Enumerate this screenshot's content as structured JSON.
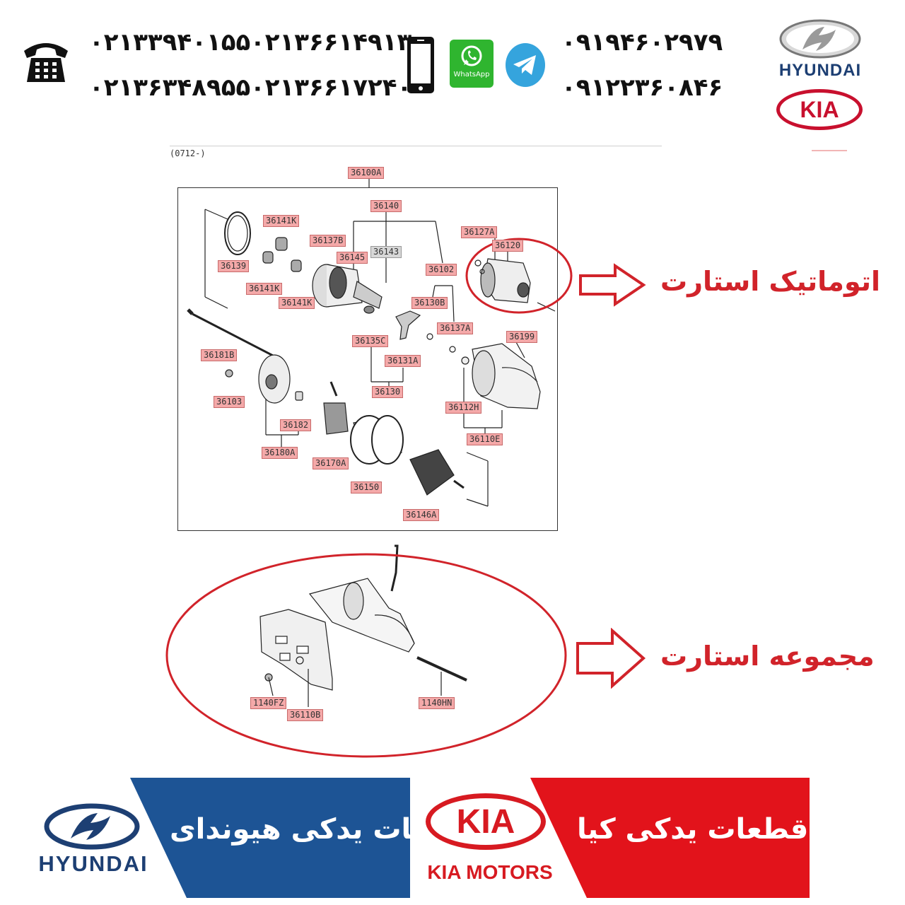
{
  "header": {
    "landline_numbers": [
      "۰۲۱۳۳۹۴۰۱۵۵",
      "۰۲۱۳۶۶۱۴۹۱۳",
      "۰۲۱۳۶۳۴۸۹۵۵",
      "۰۲۱۳۶۶۱۷۲۴۰"
    ],
    "mobile_numbers": [
      "۰۹۱۹۴۶۰۲۹۷۹",
      "۰۹۱۲۲۳۶۰۸۴۶"
    ],
    "whatsapp_label": "WhatsApp",
    "hyundai_logo_text": "HYUNDAI",
    "kia_logo_text": "KIA"
  },
  "diagram": {
    "header_code": "(0712-)",
    "parts": [
      "36100A",
      "36140",
      "36141K",
      "36137B",
      "36143",
      "36145",
      "36139",
      "36141K",
      "36141K",
      "36127A",
      "36120",
      "36102",
      "36130B",
      "36137A",
      "36135C",
      "36131A",
      "36199",
      "36181B",
      "36103",
      "36130",
      "36112H",
      "36182",
      "36180A",
      "36170A",
      "36110E",
      "36150",
      "36146A",
      "1140FZ",
      "36110B",
      "1140HN"
    ]
  },
  "callouts": {
    "automatic_starter": "اتوماتیک استارت",
    "starter_assembly": "مجموعه استارت"
  },
  "banner": {
    "hyundai_text": "قطعات یدکی هیوندای",
    "hyundai_logo_text": "HYUNDAI",
    "kia_text": "قطعات یدکی کیا",
    "kia_logo_text": "KIA",
    "kia_motors_text": "KIA MOTORS"
  },
  "colors": {
    "accent_red": "#d1232a",
    "hyundai_blue": "#1d5495",
    "kia_red": "#e2131b",
    "label_pink": "#f4a9a9"
  }
}
